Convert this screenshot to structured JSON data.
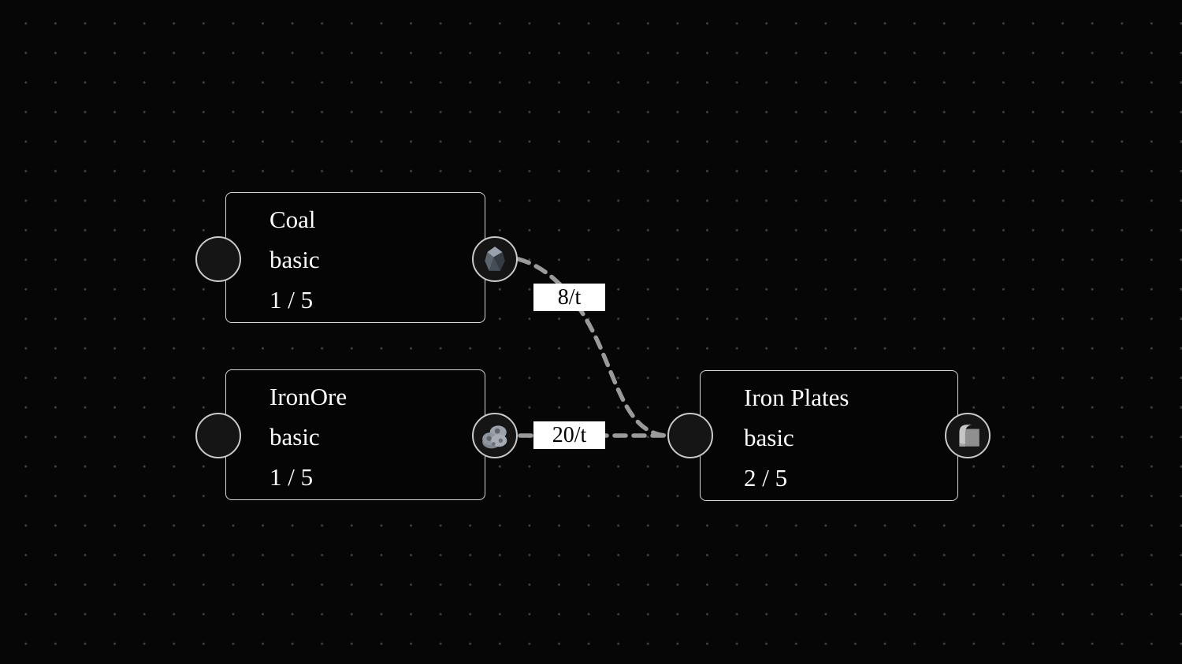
{
  "colors": {
    "background": "#060606",
    "grid_dot": "#3d3d3d",
    "node_border": "#d6d6d6",
    "node_fill": "#050505",
    "node_text": "#ffffff",
    "port_fill": "#151515",
    "port_border": "#c9c9c9",
    "edge": "#9a9a9a",
    "edge_label_bg": "#ffffff",
    "edge_label_text": "#000000"
  },
  "nodes": [
    {
      "title": "Coal",
      "tier": "basic",
      "count": "1 / 5",
      "output_icon": "coal-icon"
    },
    {
      "title": "IronOre",
      "tier": "basic",
      "count": "1 / 5",
      "output_icon": "iron-ore-icon"
    },
    {
      "title": "Iron Plates",
      "tier": "basic",
      "count": "2 / 5",
      "output_icon": "iron-plate-icon"
    }
  ],
  "edges": [
    {
      "from": "Coal",
      "to": "Iron Plates",
      "rate": "8/t"
    },
    {
      "from": "IronOre",
      "to": "Iron Plates",
      "rate": "20/t"
    }
  ]
}
